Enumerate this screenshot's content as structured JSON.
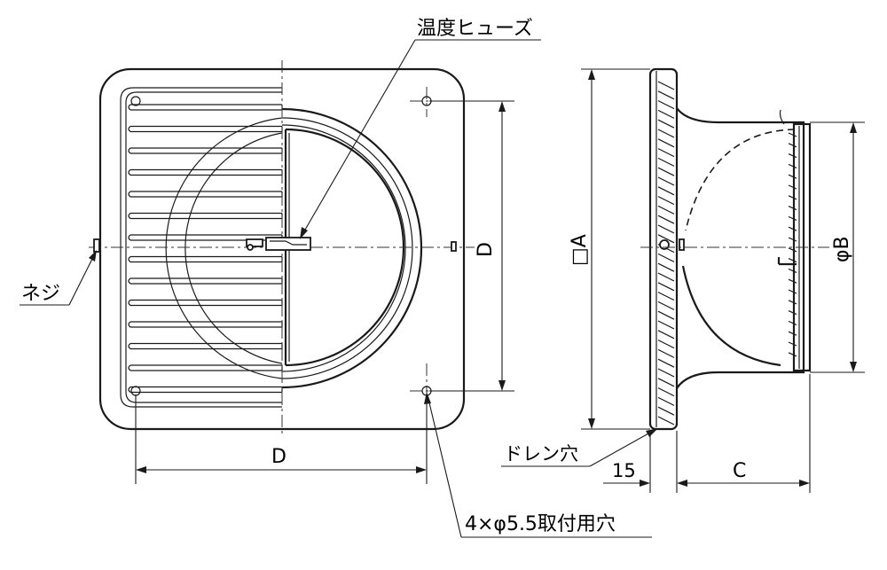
{
  "labels": {
    "temperature_fuse": "温度ヒューズ",
    "screw": "ネジ",
    "drain_hole": "ドレン穴",
    "mounting_holes": "4×φ5.5取付用穴"
  },
  "dimensions": {
    "horizontal_d": "D",
    "vertical_d": "D",
    "square_a": "□A",
    "diameter_b": "φB",
    "depth_c": "C",
    "flange_15": "15"
  }
}
